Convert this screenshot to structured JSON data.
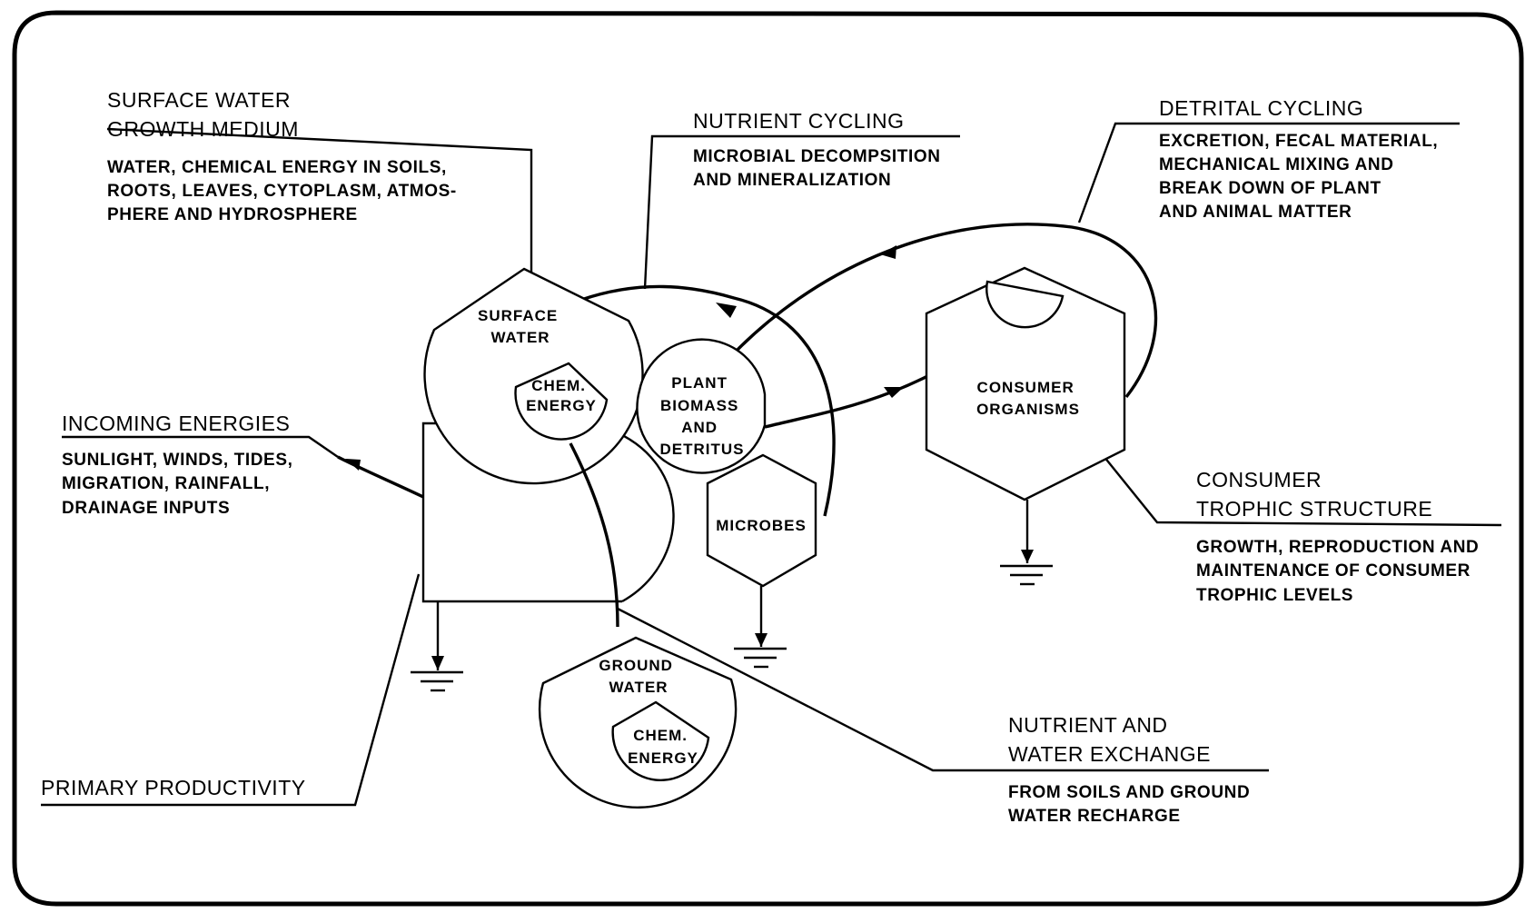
{
  "labels": {
    "surface_water_growth": {
      "title": [
        "SURFACE WATER",
        "GROWTH MEDIUM"
      ],
      "body": [
        "WATER, CHEMICAL ENERGY IN SOILS,",
        "ROOTS, LEAVES, CYTOPLASM, ATMOS-",
        "PHERE AND HYDROSPHERE"
      ]
    },
    "nutrient_cycling": {
      "title": [
        "NUTRIENT CYCLING"
      ],
      "body": [
        "MICROBIAL DECOMPSITION",
        "AND MINERALIZATION"
      ]
    },
    "detrital_cycling": {
      "title": [
        "DETRITAL CYCLING"
      ],
      "body": [
        "EXCRETION, FECAL MATERIAL,",
        "MECHANICAL MIXING AND",
        "BREAK DOWN OF PLANT",
        "AND ANIMAL MATTER"
      ]
    },
    "incoming_energies": {
      "title": [
        "INCOMING ENERGIES"
      ],
      "body": [
        "SUNLIGHT, WINDS, TIDES,",
        "MIGRATION, RAINFALL,",
        "DRAINAGE INPUTS"
      ]
    },
    "consumer_trophic": {
      "title": [
        "CONSUMER",
        "TROPHIC STRUCTURE"
      ],
      "body": [
        "GROWTH, REPRODUCTION AND",
        "MAINTENANCE OF CONSUMER",
        "TROPHIC LEVELS"
      ]
    },
    "nutrient_water_exchange": {
      "title": [
        "NUTRIENT AND",
        "WATER EXCHANGE"
      ],
      "body": [
        "FROM SOILS AND GROUND",
        "WATER RECHARGE"
      ]
    },
    "primary_productivity": {
      "title": [
        "PRIMARY PRODUCTIVITY"
      ],
      "body": []
    }
  },
  "nodes": {
    "surface_water": [
      "SURFACE",
      "WATER"
    ],
    "surface_chem": [
      "CHEM.",
      "ENERGY"
    ],
    "plant_biomass": [
      "PLANT",
      "BIOMASS",
      "AND",
      "DETRITUS"
    ],
    "microbes": [
      "MICROBES"
    ],
    "consumer": [
      "CONSUMER",
      "ORGANISMS"
    ],
    "ground_water": [
      "GROUND",
      "WATER"
    ],
    "ground_chem": [
      "CHEM.",
      "ENERGY"
    ]
  }
}
